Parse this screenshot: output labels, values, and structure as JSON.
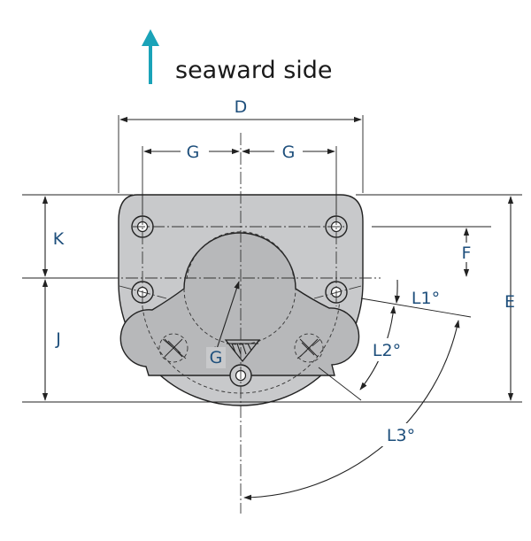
{
  "header": {
    "direction_text": "seaward side",
    "arrow_color": "#1aa3b8",
    "arrow_icon": "up-arrow-icon"
  },
  "dimensions": {
    "D": "D",
    "G_left": "G",
    "G_right": "G",
    "G_diag": "G",
    "K": "K",
    "J": "J",
    "F": "F",
    "E": "E",
    "L1": "L1°",
    "L2": "L2°",
    "L3": "L3°"
  },
  "colors": {
    "label": "#1e4f7c",
    "body_fill": "#c8c9cb",
    "body_inner_fill": "#b5b6b8"
  }
}
